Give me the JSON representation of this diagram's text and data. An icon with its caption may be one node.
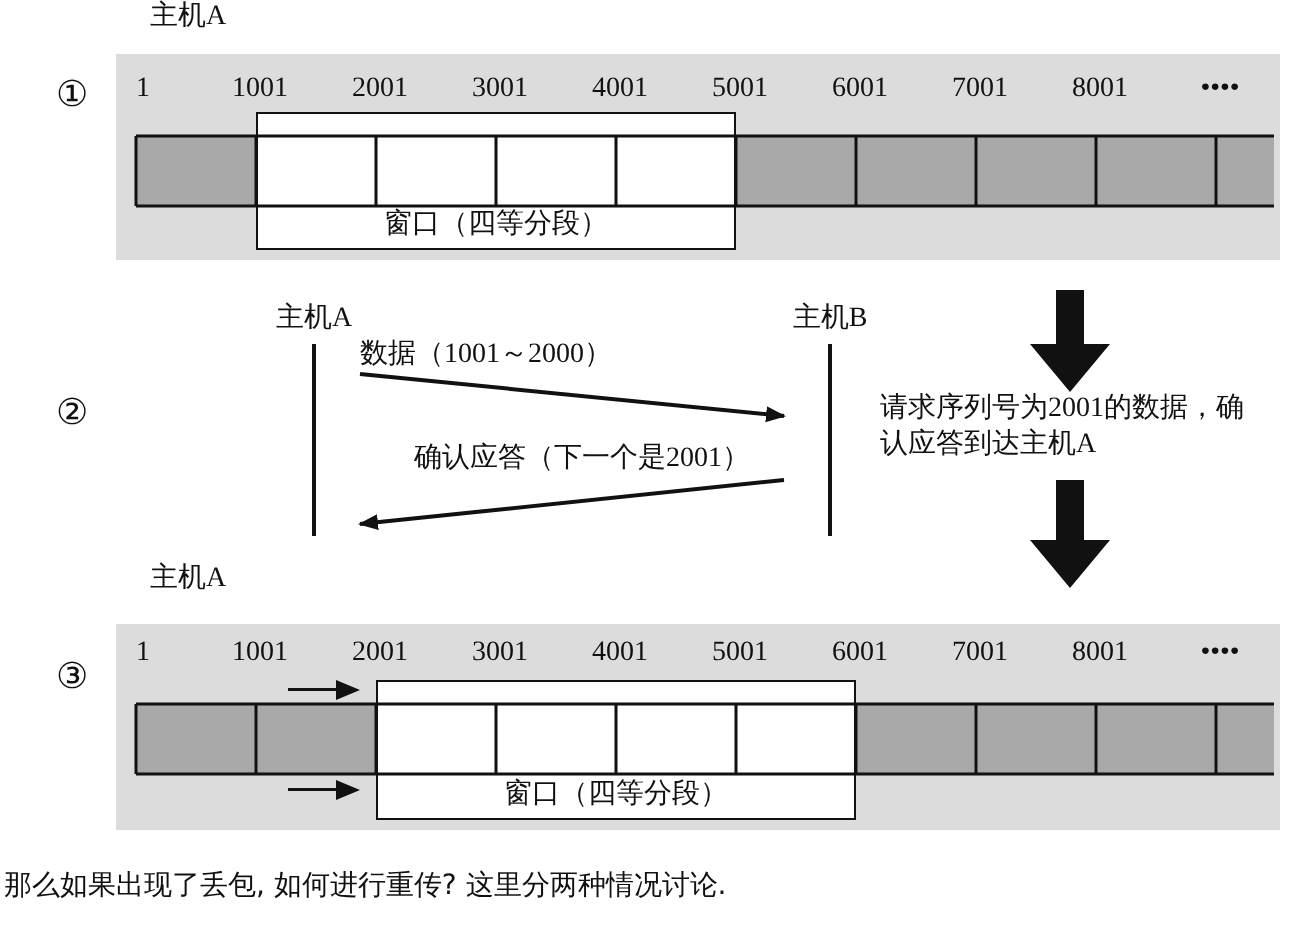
{
  "diagram": {
    "caption": "那么如果出现了丢包, 如何进行重传? 这里分两种情况讨论.",
    "nodes": [
      {
        "text": [
          "窗口（四等分段）"
        ]
      },
      {
        "text": [
          "主机A"
        ]
      },
      {
        "text": [
          "主机B"
        ]
      },
      {
        "text": [
          "窗口（四等分段）"
        ]
      }
    ],
    "edges": [
      {
        "from": 1,
        "to": 2,
        "arrow": "to",
        "label": "数据（1001～2000）"
      },
      {
        "from": 2,
        "to": 1,
        "arrow": "to",
        "label": "确认应答（下一个是2001）"
      }
    ],
    "labels": [
      "主机A",
      "①",
      "1",
      "1001",
      "2001",
      "3001",
      "4001",
      "5001",
      "6001",
      "7001",
      "8001",
      "••••",
      "②",
      "请求序列号为2001的数据，确认应答到达主机A",
      "主机A",
      "③",
      "1",
      "1001",
      "2001",
      "3001",
      "4001",
      "5001",
      "6001",
      "7001",
      "8001",
      "••••"
    ]
  }
}
